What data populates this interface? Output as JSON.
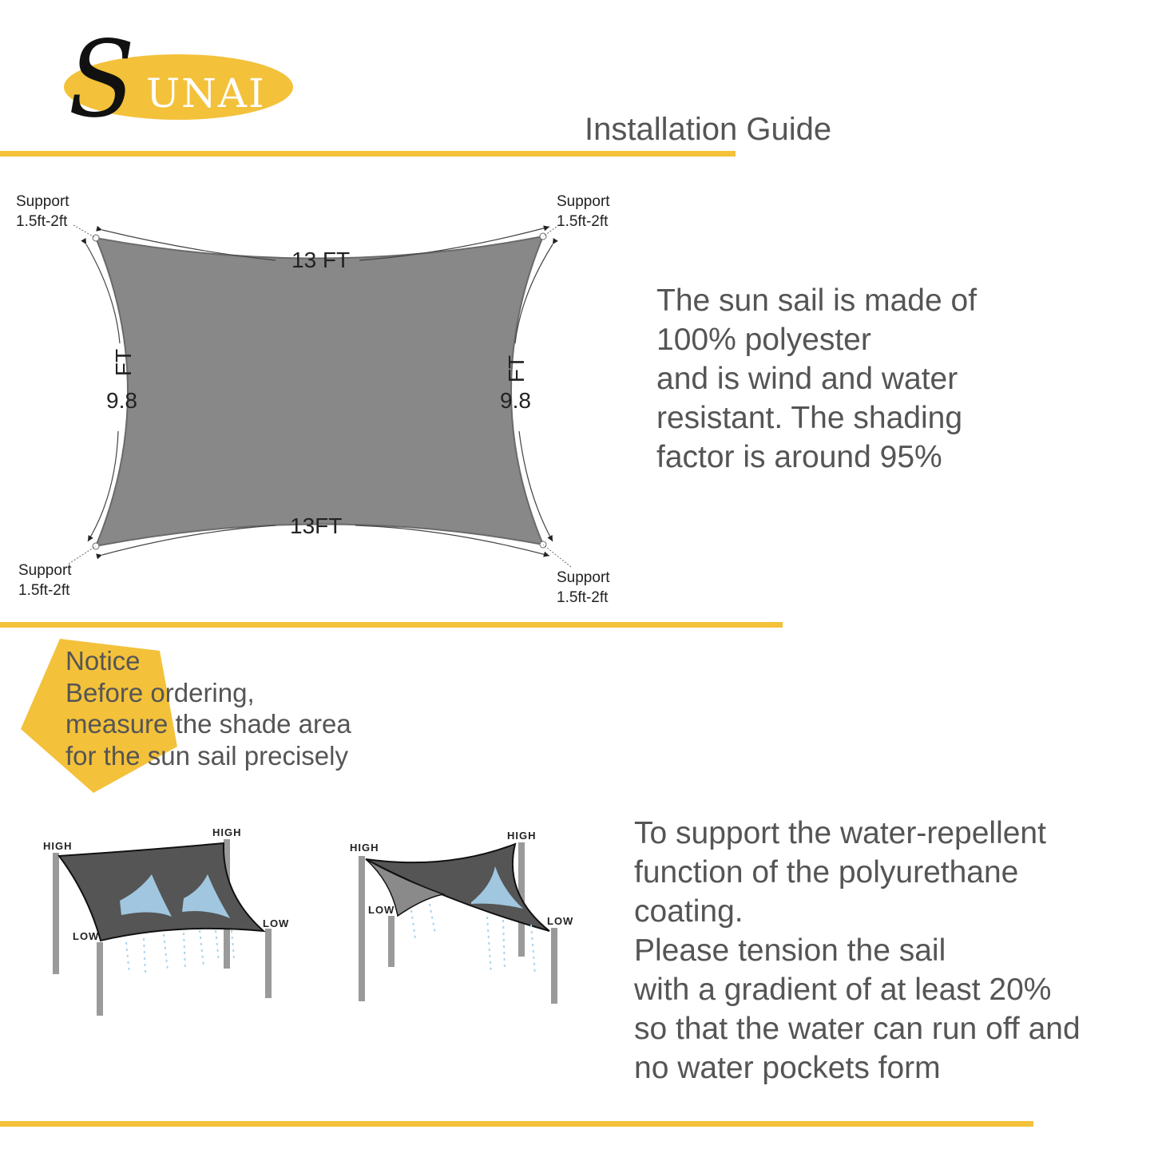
{
  "logo": {
    "first_letter": "S",
    "rest": "UNAI"
  },
  "header": {
    "title": "Installation Guide"
  },
  "colors": {
    "accent": "#f3c13a",
    "text": "#5a5a5a",
    "sail": "#888888",
    "sail_dark": "#4a4a4a",
    "water": "#a9d4ee"
  },
  "diagram": {
    "supports": [
      {
        "label": "Support",
        "value": "1.5ft-2ft"
      },
      {
        "label": "Support",
        "value": "1.5ft-2ft"
      },
      {
        "label": "Support",
        "value": "1.5ft-2ft"
      },
      {
        "label": "Support",
        "value": "1.5ft-2ft"
      }
    ],
    "top_dim": "13 FT",
    "bottom_dim": "13FT",
    "left_dim_num": "9.8",
    "left_dim_unit": "FT",
    "right_dim_num": "9.8",
    "right_dim_unit": "FT"
  },
  "material_text": "The sun sail is made of\n100% polyester\nand is wind and water\nresistant. The shading\nfactor is around 95%",
  "notice": {
    "text": "Notice\nBefore ordering,\nmeasure the shade area\nfor the sun sail precisely"
  },
  "illustrations": {
    "left": {
      "high1": "HIGH",
      "high2": "HIGH",
      "low1": "LOW",
      "low2": "LOW"
    },
    "right": {
      "high1": "HIGH",
      "high2": "HIGH",
      "low1": "LOW",
      "low2": "LOW"
    }
  },
  "tension_text": "To support the water-repellent\nfunction of the polyurethane\ncoating.\nPlease tension the sail\nwith a gradient of at least 20%\nso that the water can run off and\nno water pockets form"
}
